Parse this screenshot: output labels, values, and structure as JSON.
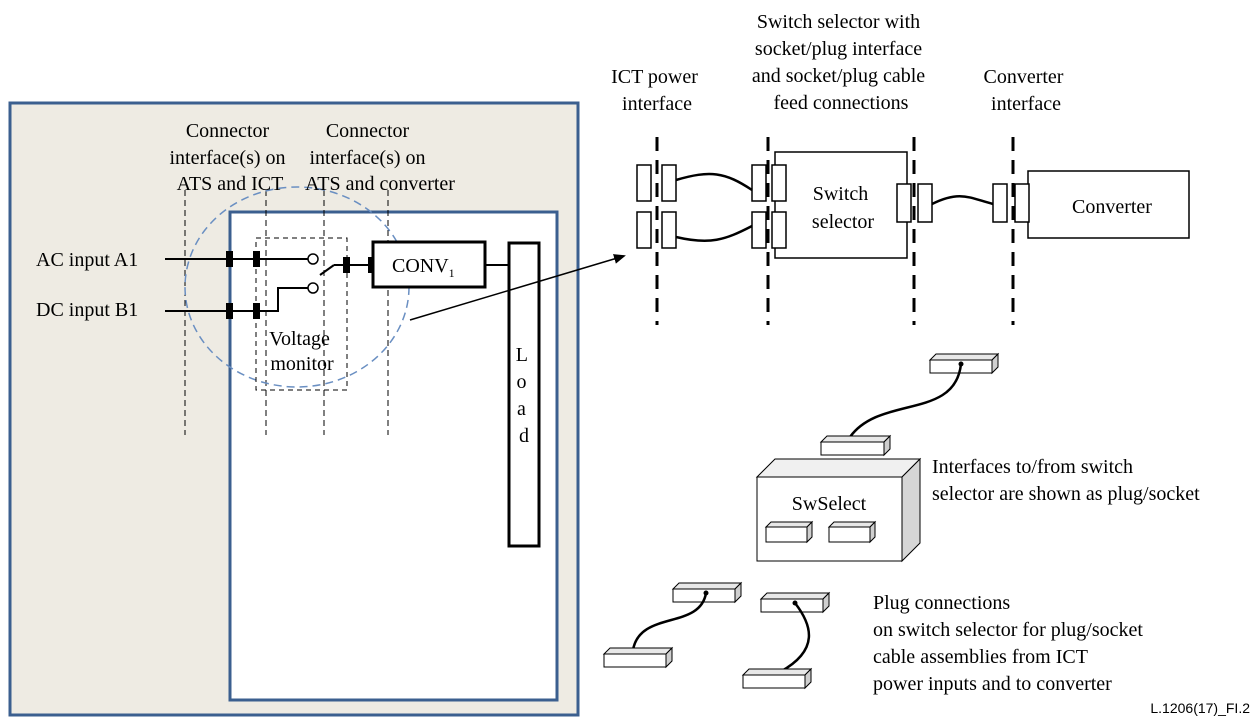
{
  "left_panel": {
    "connector_ats_ict": [
      "Connector",
      "interface(s) on",
      "ATS and ICT"
    ],
    "connector_ats_converter": [
      "Connector",
      "interface(s) on",
      "ATS and converter"
    ],
    "ac_input": "AC input A1",
    "dc_input": "DC input B1",
    "voltage_monitor": [
      "Voltage",
      "monitor"
    ],
    "conv_label": "CONV",
    "conv_subscript": "1",
    "load_letters": [
      "L",
      "o",
      "a",
      "d"
    ]
  },
  "right_top": {
    "ict_power_interface": [
      "ICT power",
      "interface"
    ],
    "switch_selector_header": [
      "Switch selector with",
      "socket/plug interface",
      "and socket/plug cable",
      "feed connections"
    ],
    "converter_interface": [
      "Converter",
      "interface"
    ],
    "switch_selector_box": [
      "Switch",
      "selector"
    ],
    "converter_box": "Converter"
  },
  "right_bottom": {
    "swselect_label": "SwSelect",
    "interfaces_note": [
      "Interfaces to/from switch",
      "selector are shown as plug/socket"
    ],
    "plug_note": [
      "Plug connections",
      "on switch selector for plug/socket",
      "cable assemblies from ICT",
      "power inputs and to converter"
    ]
  },
  "figure_id": "L.1206(17)_FI.2",
  "colors": {
    "frame_blue": "#3b5f8f",
    "panel_beige": "#eeebe3",
    "circle_blue": "#6a8fc2"
  }
}
